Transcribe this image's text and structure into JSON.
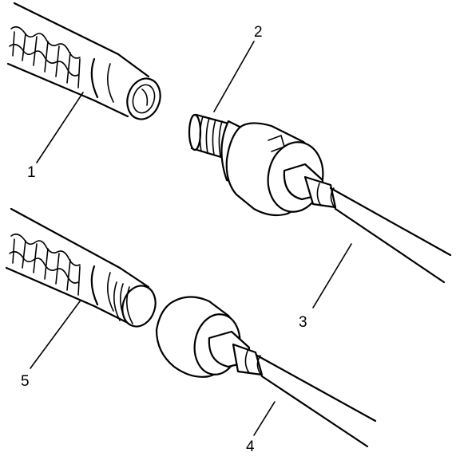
{
  "figure": {
    "labels": {
      "one": "1",
      "two": "2",
      "three": "3",
      "four": "4",
      "five": "5"
    }
  }
}
